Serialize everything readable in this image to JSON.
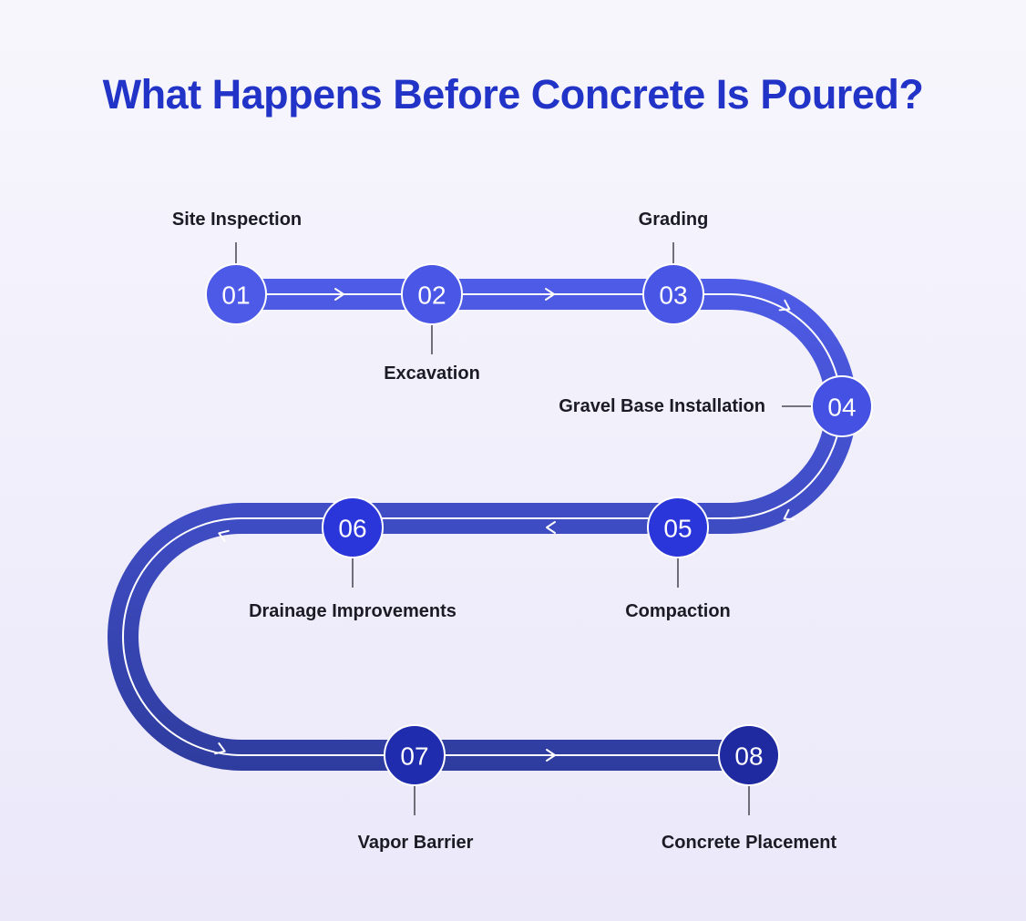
{
  "title": "What Happens Before Concrete Is Poured?",
  "colors": {
    "title": "#2233c7",
    "track_top": "#4f5ce8",
    "track_bottom": "#2e3c9e",
    "label": "#1b1b24"
  },
  "steps": [
    {
      "number": "01",
      "label": "Site Inspection",
      "color": "#4d5ae8"
    },
    {
      "number": "02",
      "label": "Excavation",
      "color": "#4a57e6"
    },
    {
      "number": "03",
      "label": "Grading",
      "color": "#4855e5"
    },
    {
      "number": "04",
      "label": "Gravel Base Installation",
      "color": "#4451e2"
    },
    {
      "number": "05",
      "label": "Compaction",
      "color": "#2a36d9"
    },
    {
      "number": "06",
      "label": "Drainage Improvements",
      "color": "#2a36d9"
    },
    {
      "number": "07",
      "label": "Vapor Barrier",
      "color": "#1f2cae"
    },
    {
      "number": "08",
      "label": "Concrete Placement",
      "color": "#1f2aa0"
    }
  ]
}
